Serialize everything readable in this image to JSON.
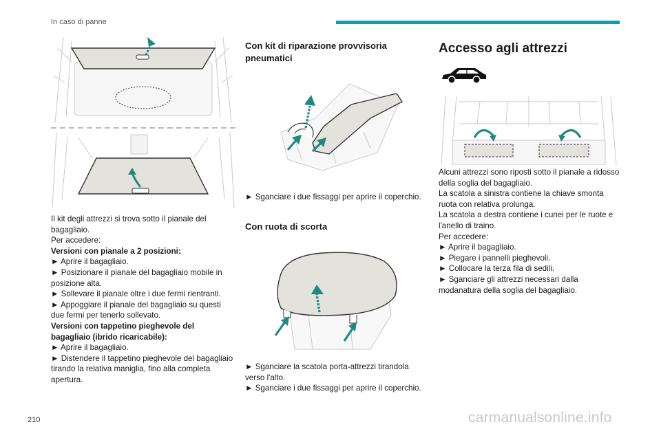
{
  "header": {
    "section": "In caso di panne"
  },
  "col1": {
    "paragraphs": [
      "Il kit degli attrezzi si trova sotto il pianale del bagagliaio.",
      "Per accedere:",
      "Versioni con pianale a 2 posizioni:",
      "► Aprire il bagagliaio.",
      "► Posizionare il pianale del bagagliaio mobile in posizione alta.",
      "► Sollevare il pianale oltre i due fermi rientranti.",
      "► Appoggiare il pianale del bagagliaio su questi due fermi per tenerlo sollevato.",
      "Versioni con tappetino pieghevole del bagagliaio (ibrido ricaricabile):",
      "► Aprire il bagagliaio.",
      "► Distendere il tappetino pieghevole del bagagliaio tirando la relativa maniglia, fino alla completa apertura."
    ]
  },
  "col2": {
    "heading1": "Con kit di riparazione provvisoria pneumatici",
    "text1": "► Sganciare i due fissaggi per aprire il coperchio.",
    "heading2": "Con ruota di scorta",
    "text2a": "► Sganciare la scatola porta-attrezzi tirandola verso l'alto.",
    "text2b": "► Sganciare i due fissaggi per aprire il coperchio."
  },
  "col3": {
    "title": "Accesso agli attrezzi",
    "paragraphs": [
      "Alcuni attrezzi sono riposti sotto il pianale a ridosso della soglia del bagagliaio.",
      "La scatola a sinistra contiene la chiave smonta ruota con relativa prolunga.",
      "La scatola a destra contiene i cunei per le ruote e l'anello di traino.",
      "Per accedere:",
      "► Aprire il bagagliaio.",
      "► Piegare i pannelli pieghevoli.",
      "► Collocare la terza fila di sedili.",
      "► Sganciare gli attrezzi necessari dalla modanatura della soglia del bagagliaio."
    ]
  },
  "footer": {
    "page_number": "210",
    "watermark": "carmanualsonline.info"
  },
  "colors": {
    "accent": "#1a9aa8",
    "arrow": "#1e8a7e",
    "panel": "#e4e2dc"
  }
}
